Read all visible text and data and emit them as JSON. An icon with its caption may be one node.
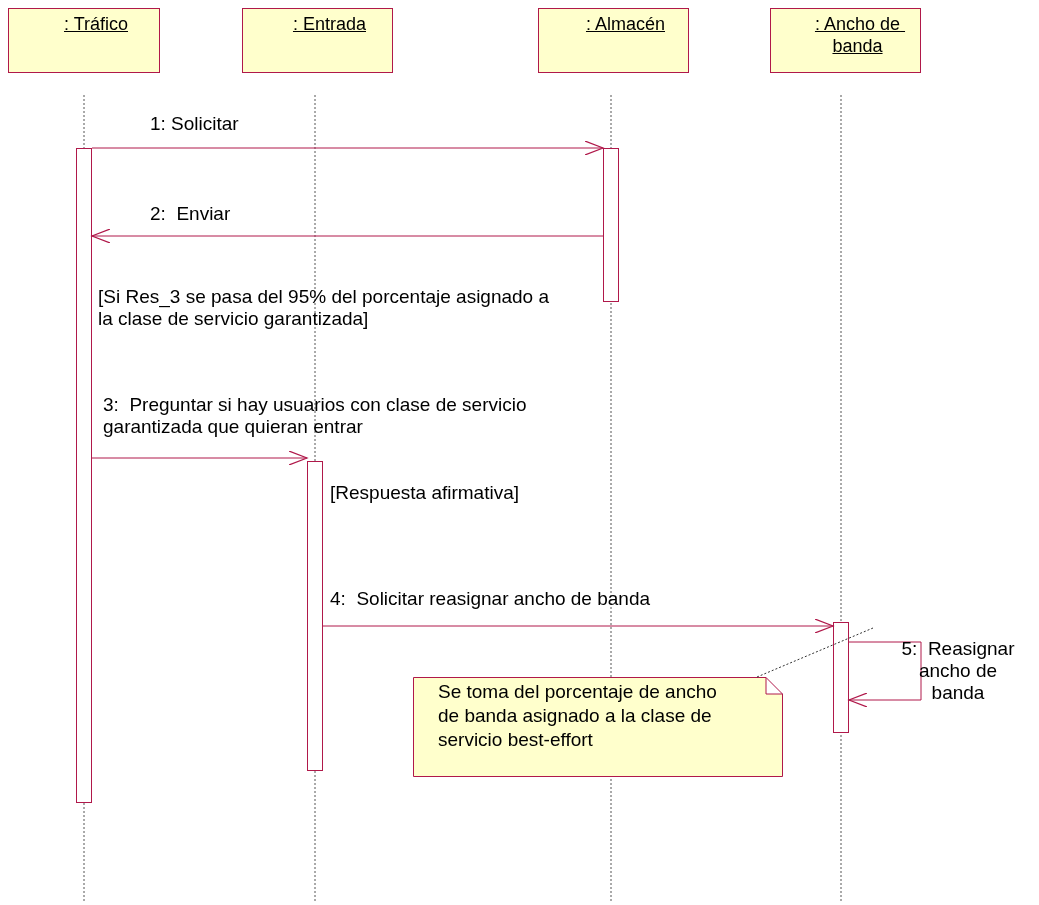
{
  "diagram": {
    "nodes": [
      {
        "text": [
          ": Tráfico"
        ]
      },
      {
        "text": [
          ": Entrada"
        ]
      },
      {
        "text": [
          ": Almacén"
        ]
      },
      {
        "text": [
          ": Ancho de banda"
        ]
      },
      {
        "text": [],
        "shape": "bar"
      },
      {
        "text": [],
        "shape": "bar"
      },
      {
        "text": [],
        "shape": "bar",
        "beside": [
          "[Respuesta afirmativa]"
        ]
      },
      {
        "text": [],
        "shape": "bar"
      },
      {
        "text": [
          "Se toma del porcentaje de ancho de banda asignado a la clase de servicio best-effort"
        ]
      }
    ],
    "edges": [
      {
        "from": 4,
        "to": 5,
        "arrow": "to",
        "label": "1: Solicitar"
      },
      {
        "from": 5,
        "to": 4,
        "arrow": "to",
        "label": "2:  Enviar"
      },
      {
        "from": 4,
        "to": 6,
        "arrow": "to",
        "label": "3:  Preguntar si hay usuarios con clase de servicio garantizada que quieran entrar"
      },
      {
        "from": 6,
        "to": 7,
        "arrow": "to",
        "label": "4:  Solicitar reasignar ancho de banda"
      },
      {
        "from": 7,
        "to": 7,
        "arrow": "to",
        "label": "5:  Reasignar ancho de banda"
      },
      {
        "from": 8,
        "to": null,
        "arrow": "none",
        "style": "dashed",
        "color": "#333333"
      }
    ],
    "labels": [
      "[Si Res_3 se pasa del 95% del porcentaje asignado a la clase de servicio garantizada]"
    ]
  }
}
